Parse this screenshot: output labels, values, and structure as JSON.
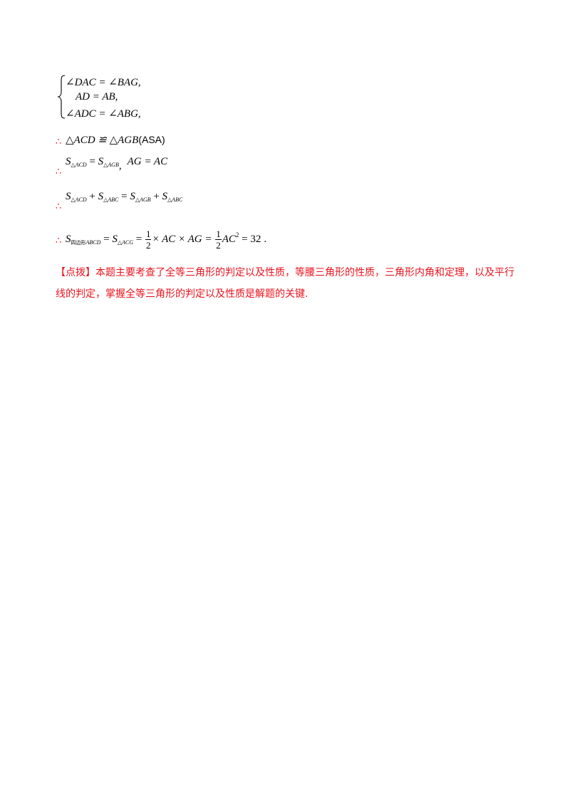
{
  "system": {
    "line1": "∠DAC = ∠BAG,",
    "line2": "AD = AB,",
    "line3": "∠ADC = ∠ABG,"
  },
  "therefore_symbol": "∴",
  "step1": {
    "lhs": "△ACD ≌ △AGB",
    "reason": "(ASA)"
  },
  "step2": {
    "s_label": "S",
    "sub1": "△ACD",
    "eq": " = ",
    "sub2": "△AGB",
    "comma": ",",
    "rhs": "AG = AC"
  },
  "step3": {
    "s_label": "S",
    "sub1": "△ACD",
    "plus": " + ",
    "sub2": "△ABC",
    "eq": " = ",
    "sub3": "△AGB",
    "sub4": "△ABC"
  },
  "step4": {
    "s_label": "S",
    "sub1_cjk": "四边形",
    "sub1_latin": "ABCD",
    "eq": " = ",
    "sub2": "△ACG",
    "frac_num": "1",
    "frac_den": "2",
    "times1": "× AC × AG = ",
    "ac": "AC",
    "sq": "2",
    "result": " = 32",
    "period": "."
  },
  "note": {
    "text": "【点拨】本题主要考查了全等三角形的判定以及性质，等腰三角形的性质，三角形内角和定理，以及平行线的判定，掌握全等三角形的判定以及性质是解题的关键."
  }
}
